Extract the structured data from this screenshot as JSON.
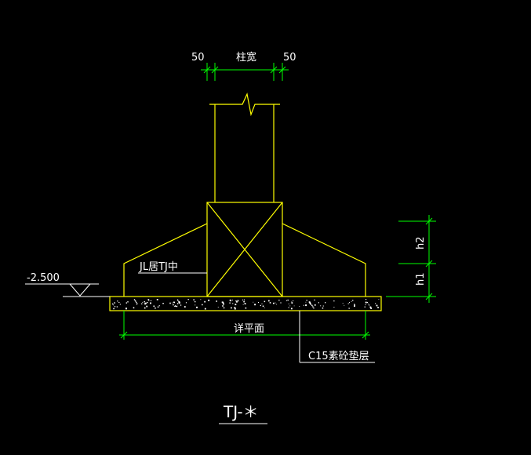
{
  "colors": {
    "background": "#000000",
    "outline": "#ffff00",
    "dimension": "#00ff00",
    "text": "#ffffff",
    "leader": "#ffffff"
  },
  "dims": {
    "top_left": "50",
    "top_mid": "柱宽",
    "top_right": "50",
    "bottom": "详平面",
    "right_upper": "h2",
    "right_lower": "h1"
  },
  "labels": {
    "beam": "JL居TJ中",
    "elevation": "-2.500",
    "cushion": "C15素砼垫层",
    "title": "TJ-＊"
  }
}
